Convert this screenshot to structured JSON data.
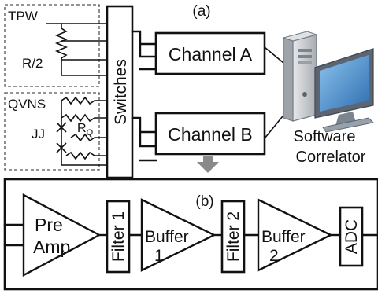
{
  "panel_a": {
    "label": "(a)",
    "tpw": {
      "label": "TPW",
      "resistor": "R/2"
    },
    "qvns": {
      "label": "QVNS",
      "junction": "JJ",
      "resistor_main": "R",
      "resistor_sub": "Q"
    },
    "switches": "Switches",
    "channel_a": "Channel A",
    "channel_b": "Channel B",
    "computer": {
      "line1": "Software",
      "line2": "Correlator"
    }
  },
  "panel_b": {
    "label": "(b)",
    "preamp": {
      "line1": "Pre",
      "line2": "Amp"
    },
    "filter1": "Filter 1",
    "buffer1": {
      "line1": "Buffer",
      "line2": "1"
    },
    "filter2": "Filter 2",
    "buffer2": {
      "line1": "Buffer",
      "line2": "2"
    },
    "adc": "ADC"
  },
  "colors": {
    "arrow": "#8a8a8a",
    "monitor_frame": "#6f7a86",
    "monitor_screen": "#3f86c7",
    "tower": "#c9ccd0"
  },
  "icons": [
    "computer-icon",
    "resistor-icon",
    "junction-icon",
    "down-arrow-icon"
  ]
}
